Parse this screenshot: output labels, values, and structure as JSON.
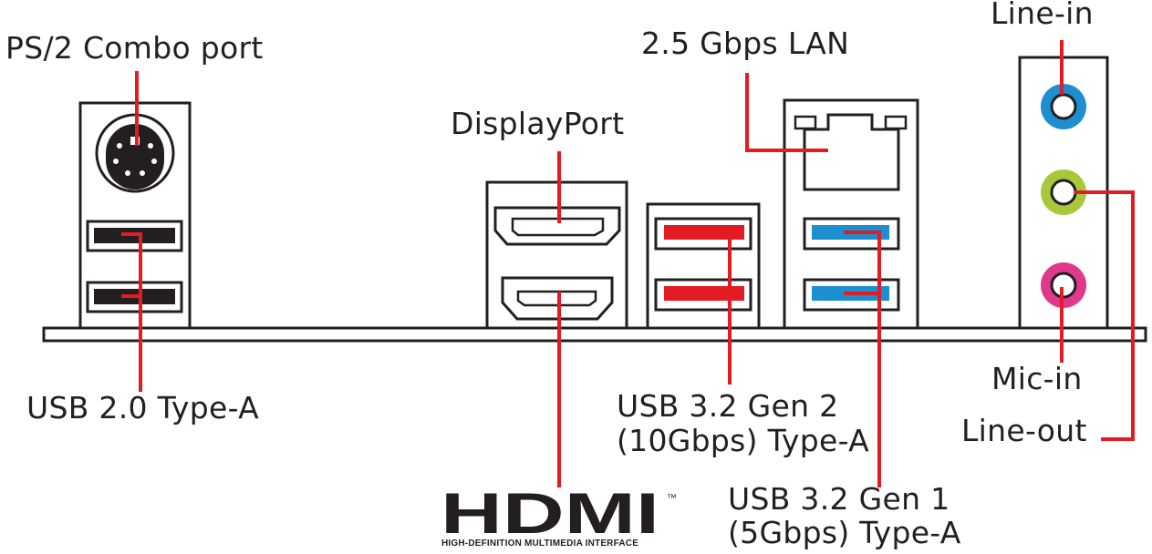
{
  "labels": {
    "ps2": "PS/2 Combo port",
    "usb20": "USB 2.0 Type-A",
    "displayport": "DisplayPort",
    "lan": "2.5 Gbps LAN",
    "usb32g2_line1": "USB 3.2 Gen 2",
    "usb32g2_line2": "(10Gbps) Type-A",
    "usb32g1_line1": "USB 3.2 Gen 1",
    "usb32g1_line2": "(5Gbps) Type-A",
    "line_in": "Line-in",
    "mic_in": "Mic-in",
    "line_out": "Line-out"
  },
  "hdmi_logo": {
    "text": "HDMI",
    "tm": "™",
    "subtitle": "HIGH-DEFINITION MULTIMEDIA INTERFACE"
  },
  "colors": {
    "callout_line": "#e31b23",
    "outline": "#231f20",
    "usb_gen2": "#e31b23",
    "usb_gen1": "#1b8fd0",
    "line_in_jack": "#1d8fd1",
    "line_out_jack": "#a7c939",
    "mic_in_jack": "#e0388b"
  }
}
